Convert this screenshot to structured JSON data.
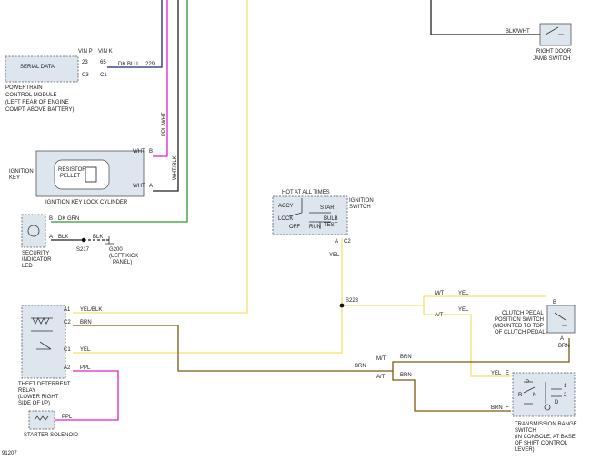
{
  "colors": {
    "yellow": "#f2e36a",
    "brown": "#7a5a12",
    "pink": "#e020c8",
    "blue": "#1a237e",
    "green": "#2e9a2e",
    "black": "#222222",
    "component_fill": "#dde6ee"
  },
  "pcm": {
    "box_label": "SERIAL DATA",
    "vin_p": "VIN P",
    "vin_k": "VIN K",
    "pin_23": "23",
    "pin_65": "65",
    "conn_c3": "C3",
    "conn_c1": "C1",
    "wire_color": "DK BLU",
    "circuit": "229",
    "caption_1": "POWERTRAIN",
    "caption_2": "CONTROL MODULE",
    "caption_3": "(LEFT REAR OF ENGINE",
    "caption_4": "COMPT, ABOVE BATTERY)"
  },
  "door_switch": {
    "wire_color": "BLK/WHT",
    "caption_1": "RIGHT DOOR",
    "caption_2": "JAMB SWITCH"
  },
  "ignition_key": {
    "label_1": "IGNITION",
    "label_2": "KEY",
    "resistor_1": "RESISTOR",
    "resistor_2": "PELLET",
    "cylinder_caption": "IGNITION KEY LOCK CYLINDER",
    "pin_b": "B",
    "pin_a": "A",
    "wire_b": "WHT",
    "wire_a": "WHT",
    "wire_vert_pink": "PPL/WHT",
    "wire_vert_white": "WHT/BLK"
  },
  "security_led": {
    "pin_b": "B",
    "pin_a": "A",
    "wire_b": "DK GRN",
    "wire_a": "BLK",
    "wire_a2": "BLK",
    "splice": "S217",
    "ground_1": "G200",
    "ground_2": "(LEFT KICK",
    "ground_3": "PANEL)",
    "caption_1": "SECURITY",
    "caption_2": "INDICATOR",
    "caption_3": "LED"
  },
  "ignition_switch": {
    "hot_label": "HOT AT ALL TIMES",
    "title_1": "IGNITION",
    "title_2": "SWITCH",
    "pos_accy": "ACCY",
    "pos_lock": "LOCK",
    "pos_off": "OFF",
    "pos_run": "RUN",
    "pos_start": "START",
    "pos_bulb_1": "BULB",
    "pos_bulb_2": "TEST",
    "pin_a": "A",
    "conn": "C2",
    "wire": "YEL",
    "splice": "S223"
  },
  "relay": {
    "pin_a1": "A1",
    "pin_c2": "C2",
    "pin_c1": "C1",
    "pin_a2": "A2",
    "wire_a1": "YEL/BLK",
    "wire_c2": "BRN",
    "wire_c1": "YEL",
    "wire_a2": "PPL",
    "caption_1": "THEFT DETERRENT",
    "caption_2": "RELAY",
    "caption_3": "(LOWER RIGHT",
    "caption_4": "SIDE OF I/P)"
  },
  "solenoid": {
    "wire": "PPL",
    "caption": "STARTER SOLENOID"
  },
  "clutch_switch": {
    "mt": "M/T",
    "at": "A/T",
    "wire_mt": "YEL",
    "wire_at": "YEL",
    "pin_b": "B",
    "pin_a": "A",
    "wire_a": "BRN",
    "caption_1": "CLUTCH PEDAL",
    "caption_2": "POSITION SWITCH",
    "caption_3": "(MOUNTED TO TOP",
    "caption_4": "OF CLUTCH PEDAL)"
  },
  "brn_branch": {
    "wire_main": "BRN",
    "mt": "M/T",
    "at": "A/T",
    "wire_mt": "BRN",
    "wire_at": "BRN"
  },
  "trans_switch": {
    "wire_e": "YEL",
    "pin_e": "E",
    "wire_f": "BRN",
    "pin_f": "F",
    "pos_p": "P",
    "pos_r": "R",
    "pos_n": "N",
    "pos_d": "D",
    "pos_2": "2",
    "pos_1": "1",
    "caption_1": "TRANSMISSION RANGE",
    "caption_2": "SWITCH",
    "caption_3": "(IN CONSOLE, AT BASE",
    "caption_4": "OF SHIFT CONTROL",
    "caption_5": "LEVER)"
  },
  "figure_id": "91207"
}
